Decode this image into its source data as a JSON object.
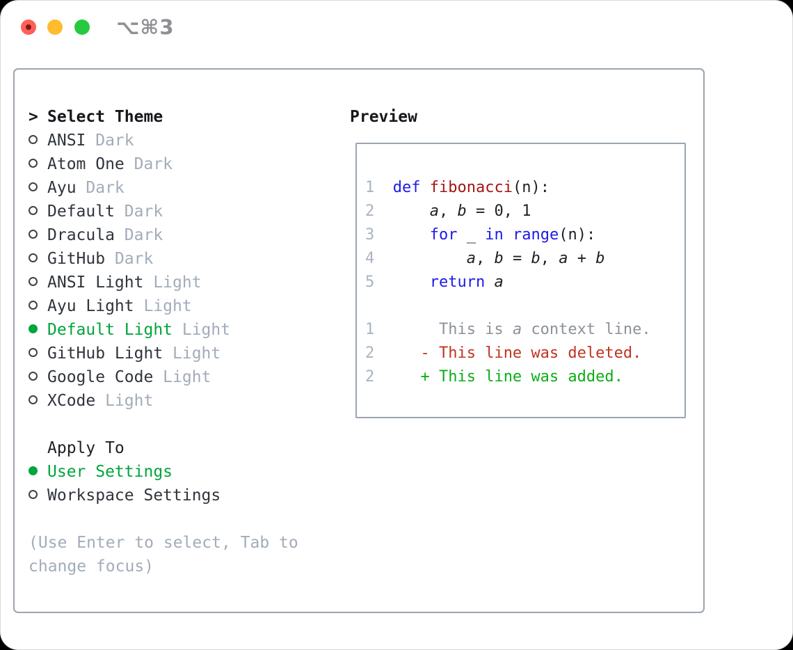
{
  "window": {
    "title": "⌥⌘3",
    "traffic_lights": [
      {
        "name": "close",
        "color": "#ff5f57",
        "inner_dot": "#7d1a12"
      },
      {
        "name": "minimize",
        "color": "#febc2e"
      },
      {
        "name": "zoom",
        "color": "#27c93f"
      }
    ]
  },
  "theme_list": {
    "cursor": ">",
    "header": "Select Theme",
    "items": [
      {
        "name": "ANSI",
        "variant": "Dark",
        "selected": false
      },
      {
        "name": "Atom One",
        "variant": "Dark",
        "selected": false
      },
      {
        "name": "Ayu",
        "variant": "Dark",
        "selected": false
      },
      {
        "name": "Default",
        "variant": "Dark",
        "selected": false
      },
      {
        "name": "Dracula",
        "variant": "Dark",
        "selected": false
      },
      {
        "name": "GitHub",
        "variant": "Dark",
        "selected": false
      },
      {
        "name": "ANSI Light",
        "variant": "Light",
        "selected": false
      },
      {
        "name": "Ayu Light",
        "variant": "Light",
        "selected": false
      },
      {
        "name": "Default Light",
        "variant": "Light",
        "selected": true
      },
      {
        "name": "GitHub Light",
        "variant": "Light",
        "selected": false
      },
      {
        "name": "Google Code",
        "variant": "Light",
        "selected": false
      },
      {
        "name": "XCode",
        "variant": "Light",
        "selected": false
      }
    ]
  },
  "apply_to": {
    "header": "Apply To",
    "options": [
      {
        "label": "User Settings",
        "selected": true
      },
      {
        "label": "Workspace Settings",
        "selected": false
      }
    ]
  },
  "hint": "(Use Enter to select, Tab to\nchange focus)",
  "preview": {
    "header": "Preview",
    "lines": [
      {
        "num": "1",
        "segments": [
          {
            "t": "  "
          },
          {
            "t": "def",
            "c": "kw"
          },
          {
            "t": " "
          },
          {
            "t": "fibonacci",
            "c": "fn"
          },
          {
            "t": "(n):"
          }
        ]
      },
      {
        "num": "2",
        "segments": [
          {
            "t": "      "
          },
          {
            "t": "a",
            "c": "var"
          },
          {
            "t": ", "
          },
          {
            "t": "b",
            "c": "var"
          },
          {
            "t": " = 0, 1"
          }
        ]
      },
      {
        "num": "3",
        "segments": [
          {
            "t": "      "
          },
          {
            "t": "for",
            "c": "kw"
          },
          {
            "t": " _ "
          },
          {
            "t": "in",
            "c": "kw"
          },
          {
            "t": " "
          },
          {
            "t": "range",
            "c": "kw"
          },
          {
            "t": "(n):"
          }
        ]
      },
      {
        "num": "4",
        "segments": [
          {
            "t": "          "
          },
          {
            "t": "a",
            "c": "var"
          },
          {
            "t": ", "
          },
          {
            "t": "b",
            "c": "var"
          },
          {
            "t": " = "
          },
          {
            "t": "b",
            "c": "var"
          },
          {
            "t": ", "
          },
          {
            "t": "a",
            "c": "var"
          },
          {
            "t": " + "
          },
          {
            "t": "b",
            "c": "var"
          }
        ]
      },
      {
        "num": "5",
        "segments": [
          {
            "t": "      "
          },
          {
            "t": "return",
            "c": "kw"
          },
          {
            "t": " "
          },
          {
            "t": "a",
            "c": "var"
          }
        ]
      },
      {
        "num": "",
        "segments": []
      },
      {
        "num": "1",
        "segments": [
          {
            "t": "       This is ",
            "c": "ctx"
          },
          {
            "t": "a",
            "c": "ctx var"
          },
          {
            "t": " context line.",
            "c": "ctx"
          }
        ]
      },
      {
        "num": "2",
        "segments": [
          {
            "t": "     "
          },
          {
            "t": "- This line was deleted.",
            "c": "del"
          }
        ]
      },
      {
        "num": "2",
        "segments": [
          {
            "t": "     "
          },
          {
            "t": "+ This line was added.",
            "c": "add"
          }
        ]
      }
    ]
  },
  "colors": {
    "accent_green": "#00a53c",
    "keyword_blue": "#1b1be8",
    "function_red": "#a31515",
    "diff_deleted": "#c03420",
    "diff_added": "#0bae16",
    "diff_context": "#8d9199",
    "line_number": "#a8b4c0",
    "muted_gray": "#a2acb9",
    "text_dark": "#30353c",
    "panel_border": "#9ba4ae",
    "titlebar_gray": "#8f9094",
    "tl_red": "#ff5f57",
    "tl_red_dot": "#7d1a12",
    "tl_yellow": "#febc2e",
    "tl_green": "#27c93f"
  }
}
